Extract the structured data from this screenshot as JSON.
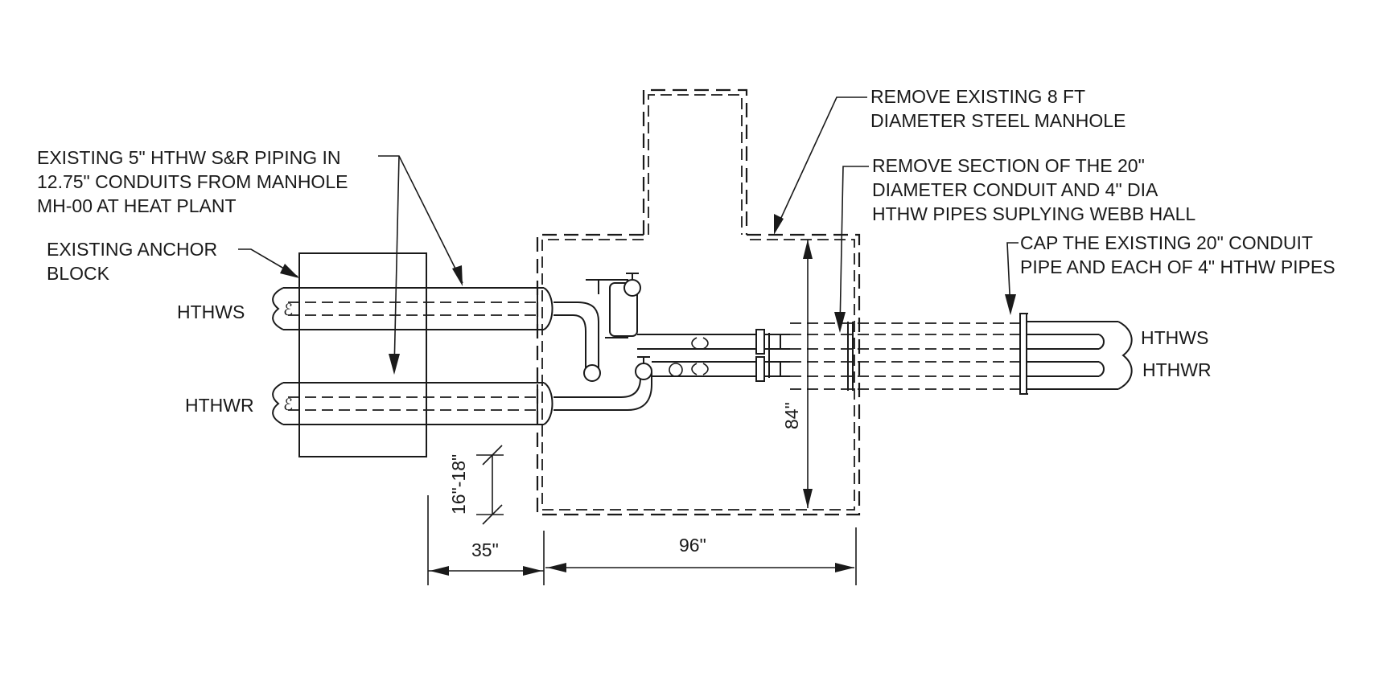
{
  "notes": {
    "existing_piping": [
      "EXISTING 5\" HTHW S&R PIPING IN",
      "12.75\" CONDUITS FROM MANHOLE",
      "MH-00 AT HEAT PLANT"
    ],
    "anchor_block": [
      "EXISTING ANCHOR",
      "BLOCK"
    ],
    "remove_manhole": [
      "REMOVE EXISTING 8 FT",
      "DIAMETER STEEL MANHOLE"
    ],
    "remove_section": [
      "REMOVE SECTION OF THE 20\"",
      "DIAMETER CONDUIT AND 4\" DIA",
      "HTHW PIPES SUPLYING WEBB HALL"
    ],
    "cap_pipe": [
      "CAP THE EXISTING 20\" CONDUIT",
      "PIPE AND EACH OF 4\" HTHW PIPES"
    ]
  },
  "pipe_labels": {
    "left_supply": "HTHWS",
    "left_return": "HTHWR",
    "right_supply": "HTHWS",
    "right_return": "HTHWR",
    "centerline_symbol": "ℰ"
  },
  "dimensions": {
    "width_left": "35\"",
    "width_manhole": "96\"",
    "height_manhole": "84\"",
    "depth_range": "16\"-18\""
  }
}
